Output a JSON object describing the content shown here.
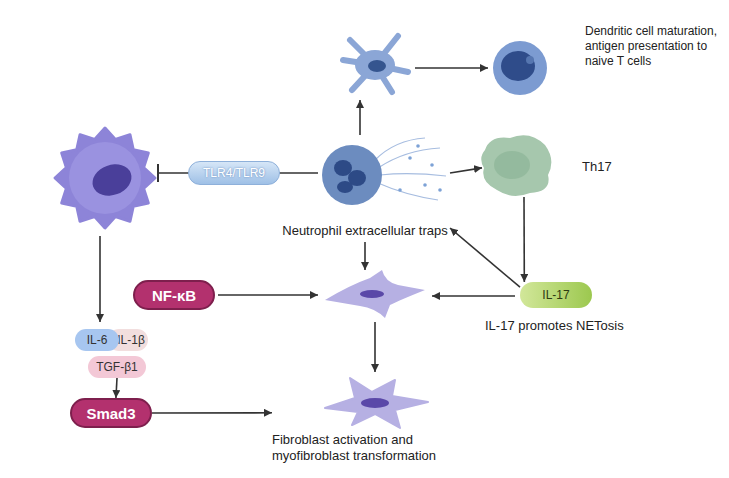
{
  "diagram": {
    "nodes": [
      {
        "text": [
          "Dendritic cell maturation, antigen presentation to naive T cells"
        ]
      },
      {
        "text": [
          "TLR4/TLR9"
        ]
      },
      {
        "text": [
          "Neutrophil extracellular traps"
        ]
      },
      {
        "text": [
          "Th17"
        ]
      },
      {
        "text": [
          "NF-κB"
        ]
      },
      {
        "text": [
          "IL-17"
        ]
      },
      {
        "text": [
          "IL-6"
        ]
      },
      {
        "text": [
          "IL-1β"
        ]
      },
      {
        "text": [
          "TGF-β1"
        ]
      },
      {
        "text": [
          "Smad3"
        ]
      },
      {
        "text": [
          "Fibroblast activation and myofibroblast transformation"
        ]
      }
    ],
    "edges": [
      {
        "from": 2,
        "to": 3,
        "arrow": "to"
      },
      {
        "from": 3,
        "to": 5,
        "arrow": "to"
      },
      {
        "from": 5,
        "to": 2,
        "arrow": "to"
      },
      {
        "from": 8,
        "to": 9,
        "arrow": "to"
      },
      {
        "from": 9,
        "to": 10,
        "arrow": "to"
      }
    ],
    "labels": [
      "IL-17 promotes NETosis"
    ]
  }
}
